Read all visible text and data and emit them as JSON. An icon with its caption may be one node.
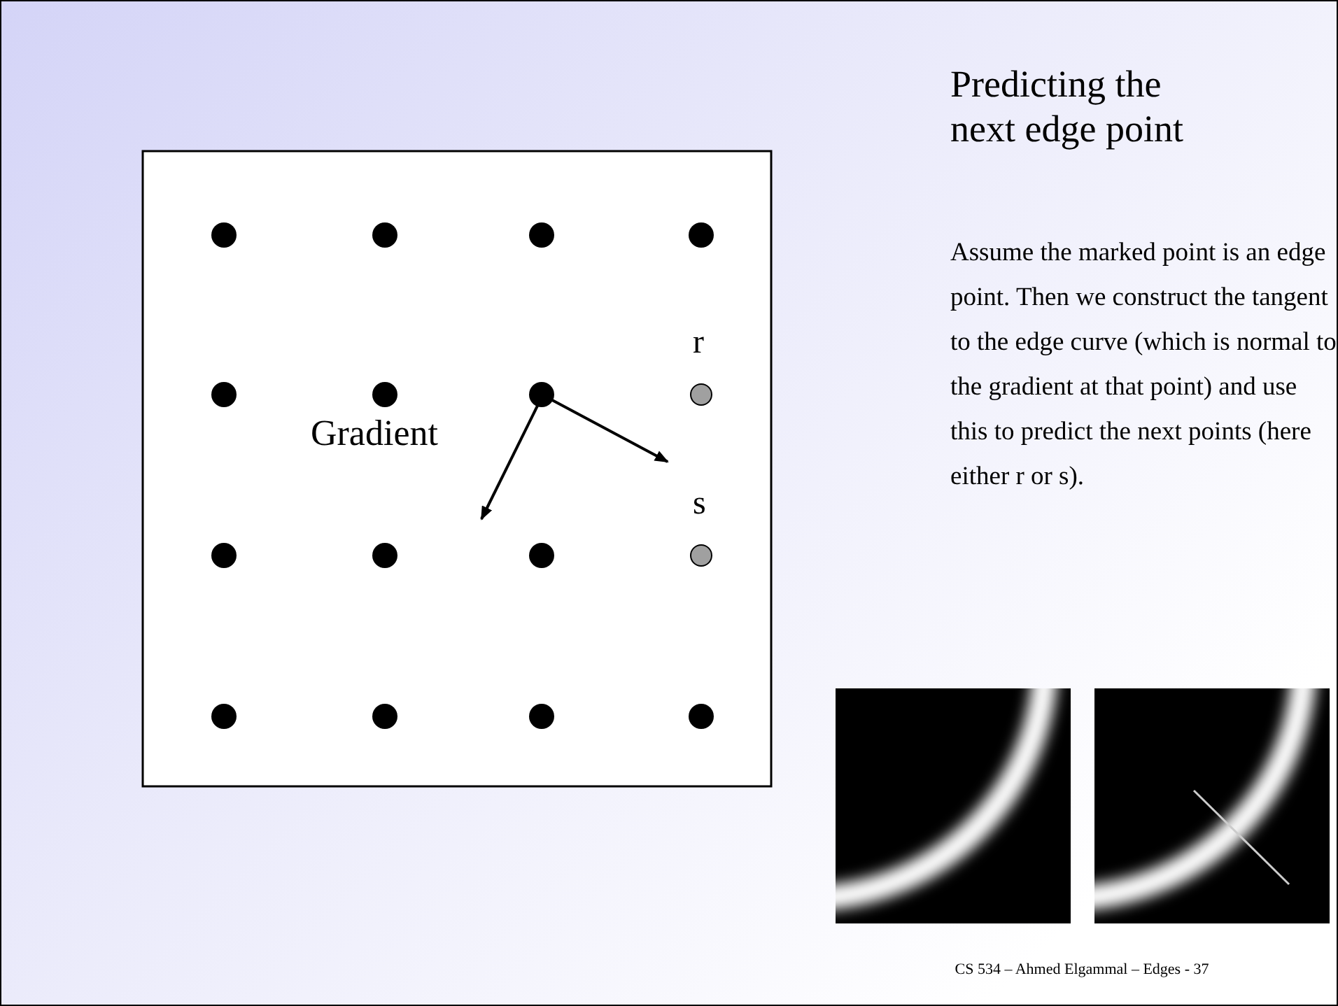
{
  "diagram": {
    "title": "Predicting the next edge point",
    "labels": [
      "r",
      "Gradient",
      "s",
      "Assume the marked point is an edge point.  Then we construct the tangent to the edge curve (which is normal to the gradient at that point) and use this to predict the next points (here either r or s).",
      "CS 534 – Ahmed Elgammal – Edges - 37"
    ]
  }
}
